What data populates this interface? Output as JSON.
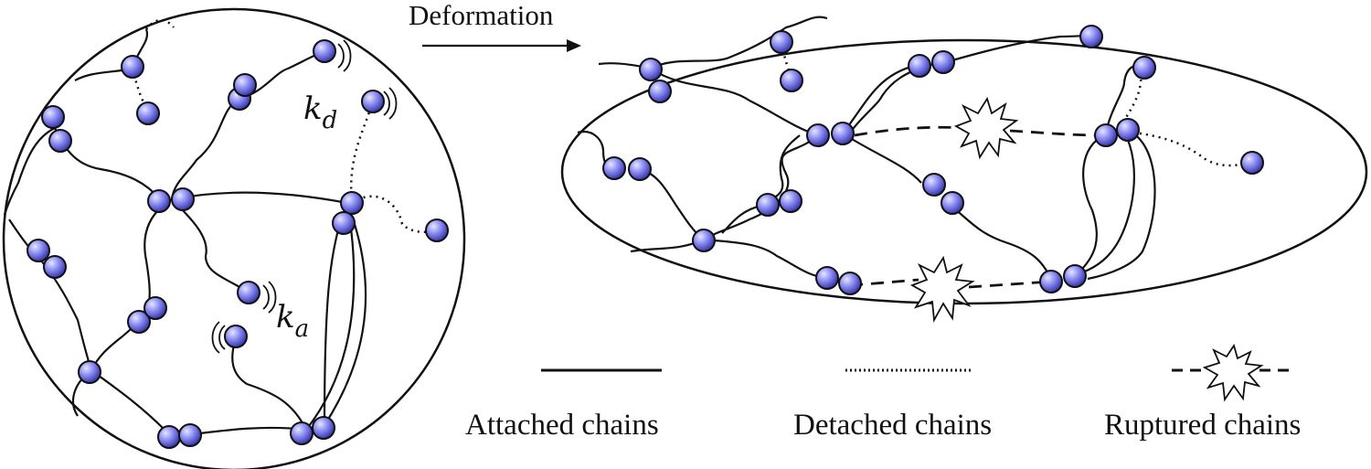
{
  "figure": {
    "arrow_label": "Deformation",
    "rate_labels": {
      "detach_base": "k",
      "detach_sub": "d",
      "attach_base": "k",
      "attach_sub": "a"
    },
    "legend": {
      "attached": "Attached chains",
      "detached": "Detached chains",
      "ruptured": "Ruptured chains"
    },
    "colors": {
      "line": "#111111",
      "bead_fill": "#7b7cf2",
      "bead_light": "#e6e6ff",
      "bead_dark": "#3435a8",
      "burst_fill": "#ffffff"
    }
  }
}
